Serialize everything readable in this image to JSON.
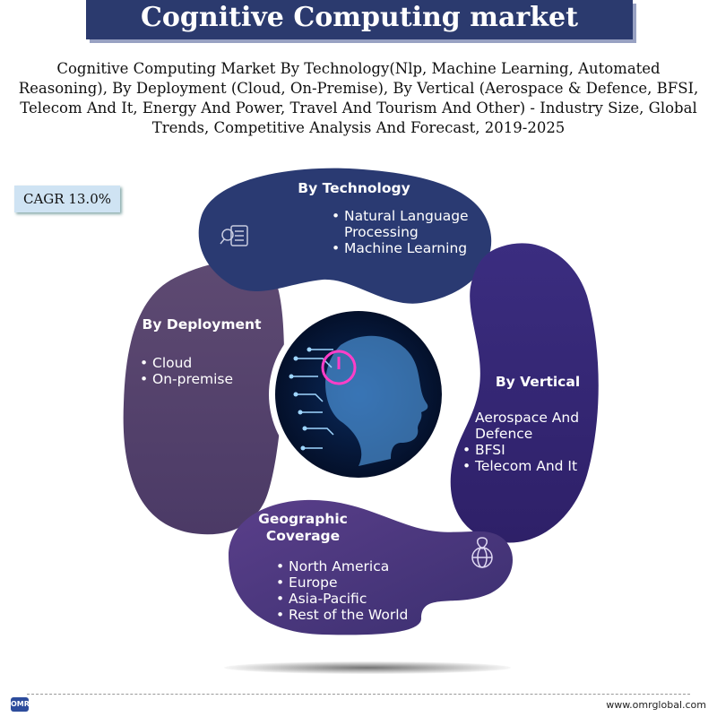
{
  "header": {
    "title": "Cognitive Computing market",
    "subtitle": "Cognitive Computing Market By Technology(Nlp, Machine Learning, Automated Reasoning), By Deployment (Cloud, On-Premise), By Vertical (Aerospace & Defence, BFSI, Telecom And It, Energy And Power, Travel And Tourism And Other) - Industry Size, Global Trends, Competitive Analysis And Forecast, 2019-2025"
  },
  "badge": {
    "cagr": "CAGR 13.0%"
  },
  "segments": {
    "technology": {
      "title": "By Technology",
      "items": [
        "Natural Language Processing",
        "Machine Learning"
      ],
      "color": "#2a3a72",
      "icon": "search-document-icon"
    },
    "deployment": {
      "title": "By Deployment",
      "items": [
        "Cloud",
        "On-premise"
      ],
      "color": "#5a4570"
    },
    "vertical": {
      "title": "By Vertical",
      "items": [
        "Aerospace And Defence",
        "BFSI",
        "Telecom And It"
      ],
      "color": "#3a2a78"
    },
    "geography": {
      "title": "Geographic Coverage",
      "items": [
        "North America",
        "Europe",
        "Asia-Pacific",
        "Rest of the World"
      ],
      "color": "#4a3a86",
      "icon": "globe-pin-icon"
    }
  },
  "center": {
    "icon": "ai-head-power-icon"
  },
  "footer": {
    "logo": "OMR",
    "url": "www.omrglobal.com"
  }
}
